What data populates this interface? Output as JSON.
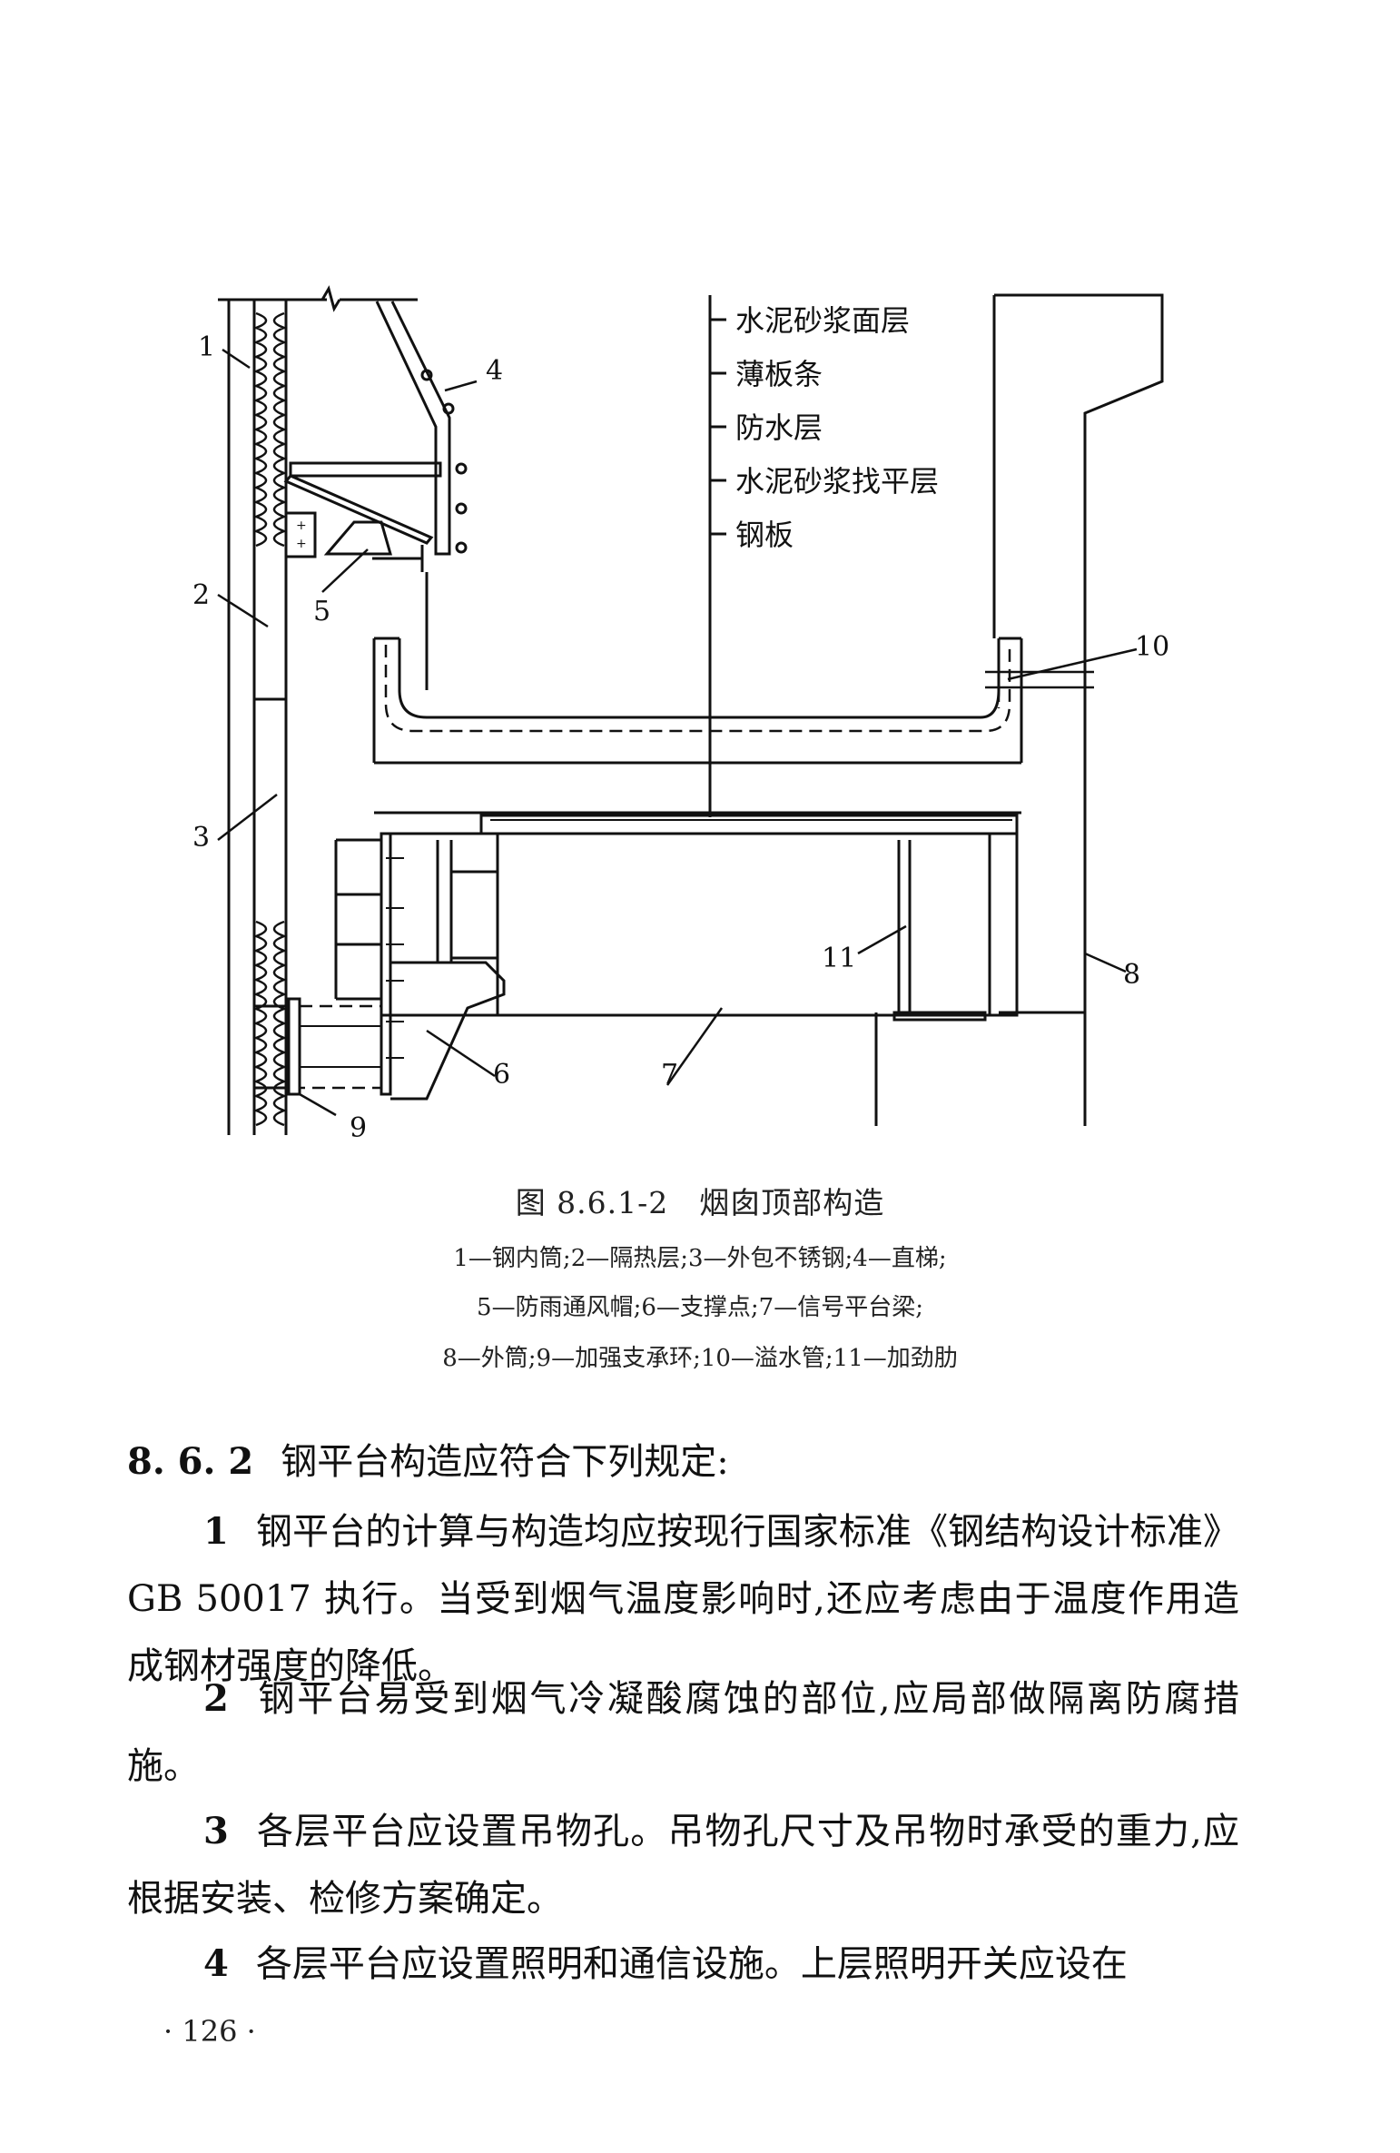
{
  "figure": {
    "callouts": [
      "1",
      "2",
      "3",
      "4",
      "5",
      "6",
      "7",
      "8",
      "9",
      "10",
      "11"
    ],
    "layers": [
      "水泥砂浆面层",
      "薄板条",
      "防水层",
      "水泥砂浆找平层",
      "钢板"
    ],
    "caption": "图 8.6.1-2　烟囱顶部构造",
    "legend": [
      "1—钢内筒;2—隔热层;3—外包不锈钢;4—直梯;",
      "5—防雨通风帽;6—支撑点;7—信号平台梁;",
      "8—外筒;9—加强支承环;10—溢水管;11—加劲肋"
    ]
  },
  "section": {
    "number": "8. 6. 2",
    "title": "钢平台构造应符合下列规定:"
  },
  "items": [
    {
      "num": "1",
      "text": "钢平台的计算与构造均应按现行国家标准《钢结构设计标准》GB 50017 执行。当受到烟气温度影响时,还应考虑由于温度作用造成钢材强度的降低。"
    },
    {
      "num": "2",
      "text": "钢平台易受到烟气冷凝酸腐蚀的部位,应局部做隔离防腐措施。"
    },
    {
      "num": "3",
      "text": "各层平台应设置吊物孔。吊物孔尺寸及吊物时承受的重力,应根据安装、检修方案确定。"
    },
    {
      "num": "4",
      "text": "各层平台应设置照明和通信设施。上层照明开关应设在"
    }
  ],
  "page_number": "· 126 ·"
}
